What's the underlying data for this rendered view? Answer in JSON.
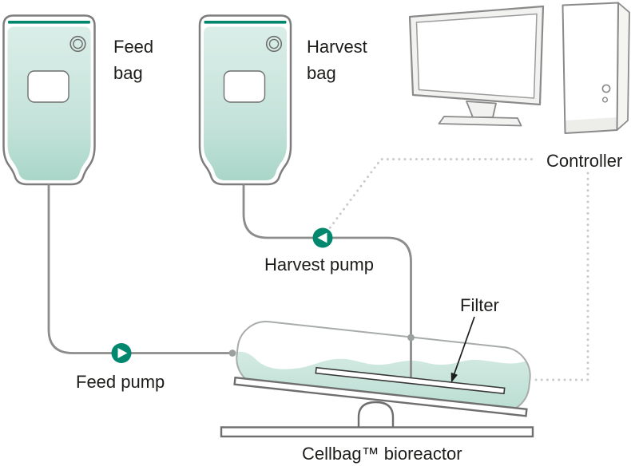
{
  "diagram": {
    "type": "process-diagram",
    "labels": {
      "feed_bag": "Feed bag",
      "harvest_bag": "Harvest bag",
      "controller": "Controller",
      "harvest_pump": "Harvest pump",
      "feed_pump": "Feed pump",
      "filter": "Filter",
      "bioreactor": "Cellbag™ bioreactor"
    },
    "components": [
      "feed-bag",
      "harvest-bag",
      "feed-pump",
      "harvest-pump",
      "controller-computer",
      "filter",
      "cellbag-bioreactor"
    ],
    "colors": {
      "pump_teal": "#00876d",
      "bag_seal_teal": "#00876d",
      "bag_mint_top": "#daeee8",
      "bag_mint_bottom": "#a9d6c8",
      "liquid_mint_top": "#d3eae3",
      "liquid_mint_bottom": "#b2dacd",
      "tube_gray": "#8c8c8c",
      "bag_outline_gray": "#7d7d7d",
      "hardware_outline_gray": "#8a8a8a",
      "rocker_outline_gray": "#6e6e6e",
      "dotted_signal_gray": "#c7cbc9",
      "text": "#1d1d1b"
    }
  }
}
